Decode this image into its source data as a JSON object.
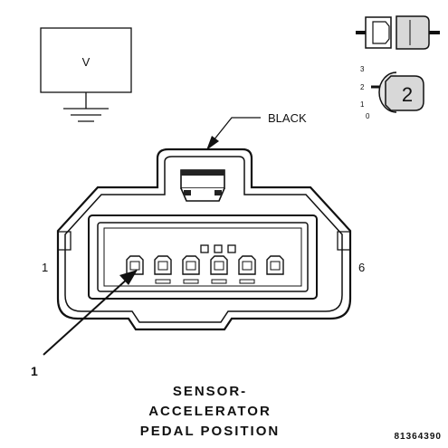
{
  "meter": {
    "symbol": "V"
  },
  "wire_color_callout": "BLACK",
  "connector": {
    "pin_left_label": "1",
    "pin_right_label": "6",
    "pin_count": 6
  },
  "position_selector": {
    "scale_labels": [
      "3",
      "2",
      "1",
      "0"
    ],
    "selected": "2"
  },
  "callout_number": "1",
  "caption": {
    "line1": "SENSOR-",
    "line2": "ACCELERATOR",
    "line3": "PEDAL POSITION"
  },
  "figure_id": "81364390"
}
